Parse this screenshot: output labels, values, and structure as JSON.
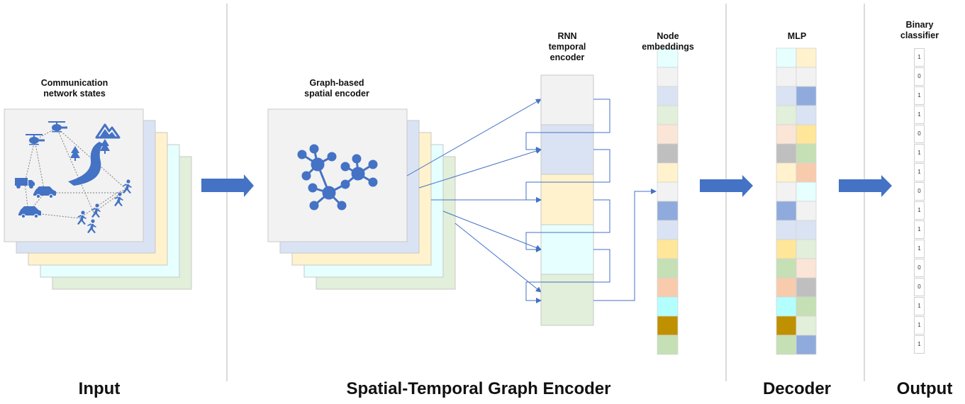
{
  "labels": {
    "comm_states": "Communication\nnetwork states",
    "graph_encoder": "Graph-based\nspatial encoder",
    "rnn": "RNN\ntemporal\nencoder",
    "node_embeddings": "Node\nembeddings",
    "mlp": "MLP",
    "binary_classifier": "Binary\nclassifier"
  },
  "sections": {
    "input": "Input",
    "encoder": "Spatial-Temporal Graph Encoder",
    "decoder": "Decoder",
    "output": "Output"
  },
  "colors": {
    "accent": "#4472c4",
    "divider": "#cfcfcf",
    "stack_layers": [
      "#f2f2f2",
      "#dae3f3",
      "#fff2cc",
      "#e6ffff",
      "#e2efda"
    ],
    "rnn_blocks": [
      "#f2f2f2",
      "#dae3f3",
      "#fff2cc",
      "#e6ffff",
      "#e2efda"
    ],
    "node_embeddings": [
      "#e6ffff",
      "#f2f2f2",
      "#dae3f3",
      "#e2efda",
      "#fbe5d6",
      "#bfbfbf",
      "#fff2cc",
      "#f2f2f2",
      "#8faadc",
      "#dae3f3",
      "#ffe699",
      "#c5e0b4",
      "#f8cbad",
      "#b3ffff",
      "#bf9000",
      "#c5e0b4"
    ],
    "mlp_left": [
      "#e6ffff",
      "#f2f2f2",
      "#dae3f3",
      "#e2efda",
      "#fbe5d6",
      "#bfbfbf",
      "#fff2cc",
      "#f2f2f2",
      "#8faadc",
      "#dae3f3",
      "#ffe699",
      "#c5e0b4",
      "#f8cbad",
      "#b3ffff",
      "#bf9000",
      "#c5e0b4"
    ],
    "mlp_right": [
      "#fff2cc",
      "#f2f2f2",
      "#8faadc",
      "#dae3f3",
      "#ffe699",
      "#c5e0b4",
      "#f8cbad",
      "#e6ffff",
      "#f2f2f2",
      "#dae3f3",
      "#e2efda",
      "#fbe5d6",
      "#bfbfbf",
      "#c5e0b4",
      "#e2efda",
      "#8faadc"
    ]
  },
  "binary_outputs": [
    "1",
    "0",
    "1",
    "1",
    "0",
    "1",
    "1",
    "0",
    "1",
    "1",
    "1",
    "0",
    "0",
    "1",
    "1",
    "1"
  ],
  "icons": [
    "helicopter-icon",
    "truck-icon",
    "car-icon",
    "mountain-icon",
    "tree-icon",
    "road-icon",
    "runner-icon",
    "graph-network-icon",
    "arrow-right-icon"
  ]
}
